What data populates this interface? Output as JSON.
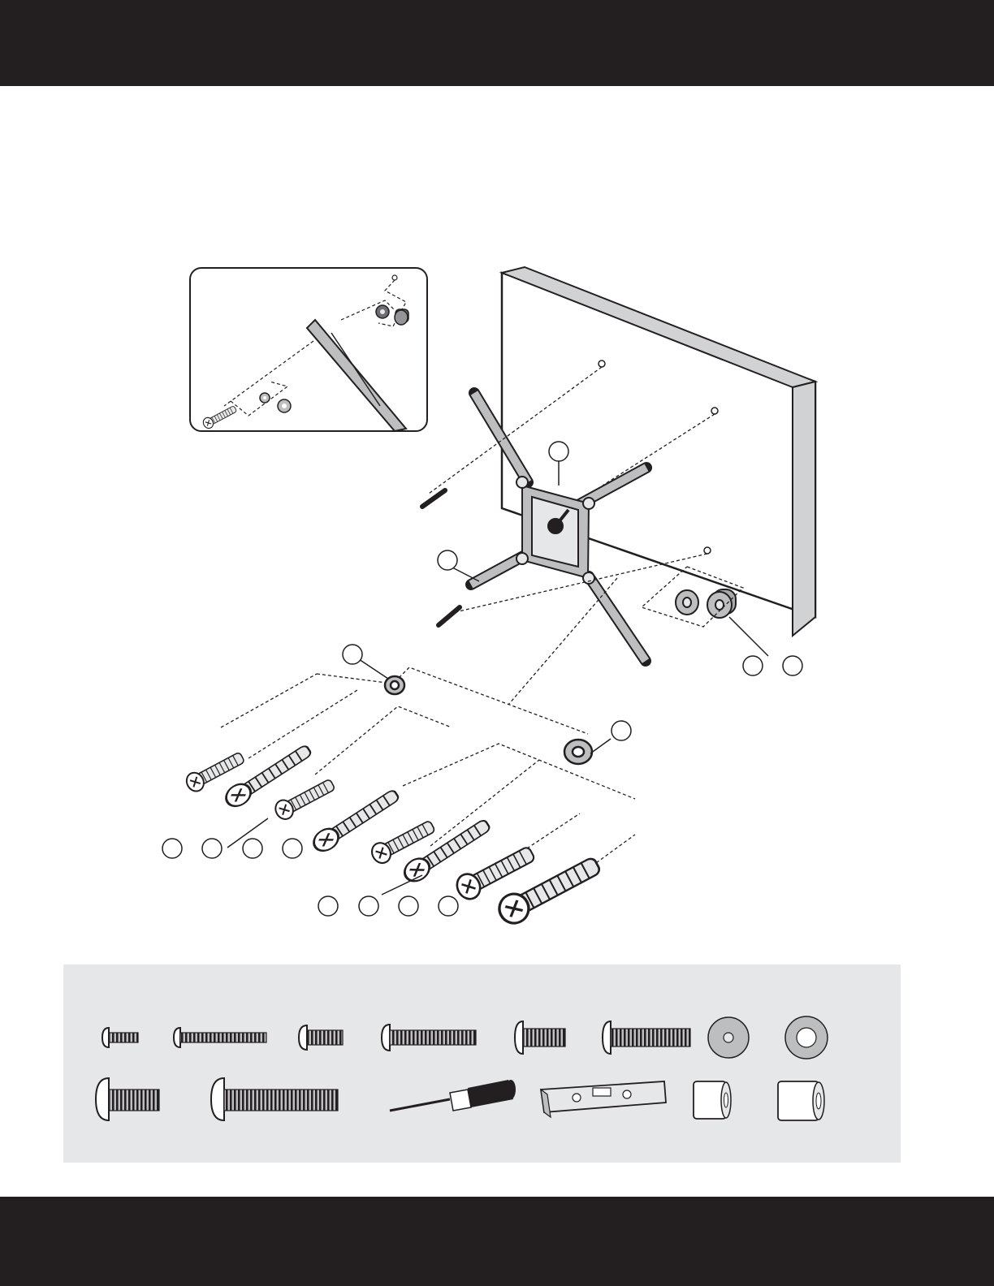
{
  "page": {
    "header_bar": "",
    "footer_bar": ""
  },
  "diagram": {
    "subject": "tv-wall-mount-assembly",
    "callouts": [
      "",
      "",
      "",
      "",
      "",
      "",
      "",
      "",
      "",
      "",
      "",
      "",
      "",
      "",
      ""
    ]
  },
  "hardware": {
    "row1": [
      "short-screw",
      "long-screw",
      "short-screw",
      "long-screw",
      "short-screw",
      "long-screw",
      "washer",
      "washer"
    ],
    "row2": [
      "short-screw",
      "long-screw",
      "screwdriver",
      "bubble-level",
      "spacer",
      "spacer"
    ]
  },
  "colors": {
    "bar": "#231f20",
    "panel": "#e6e7e8",
    "wall_face": "#ffffff",
    "wall_side": "#d1d2d4"
  }
}
